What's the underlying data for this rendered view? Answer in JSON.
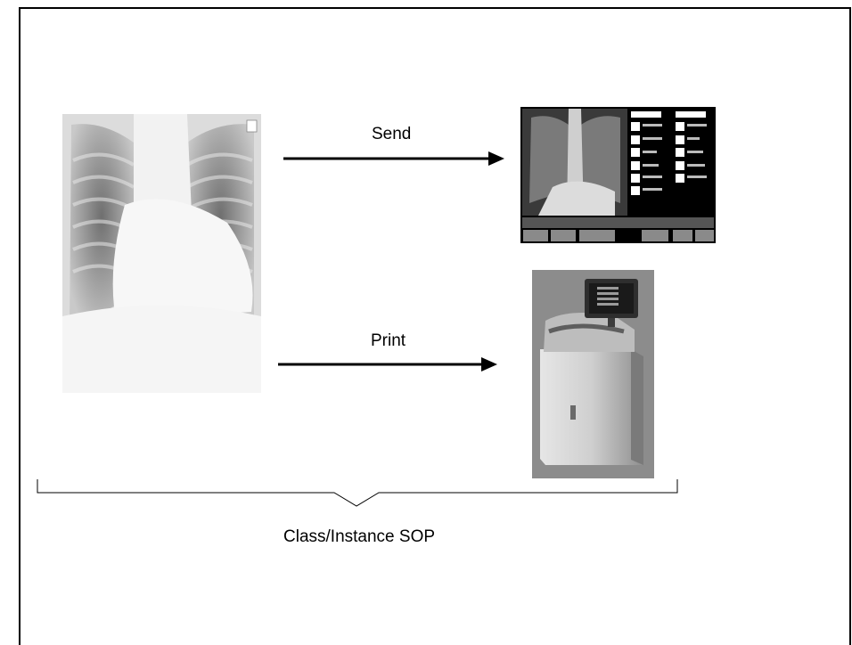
{
  "labels": {
    "send": "Send",
    "print": "Print",
    "brace": "Class/Instance SOP"
  },
  "images": {
    "source": "chest-xray",
    "send_target": "workstation-screen",
    "print_target": "laser-film-printer"
  }
}
